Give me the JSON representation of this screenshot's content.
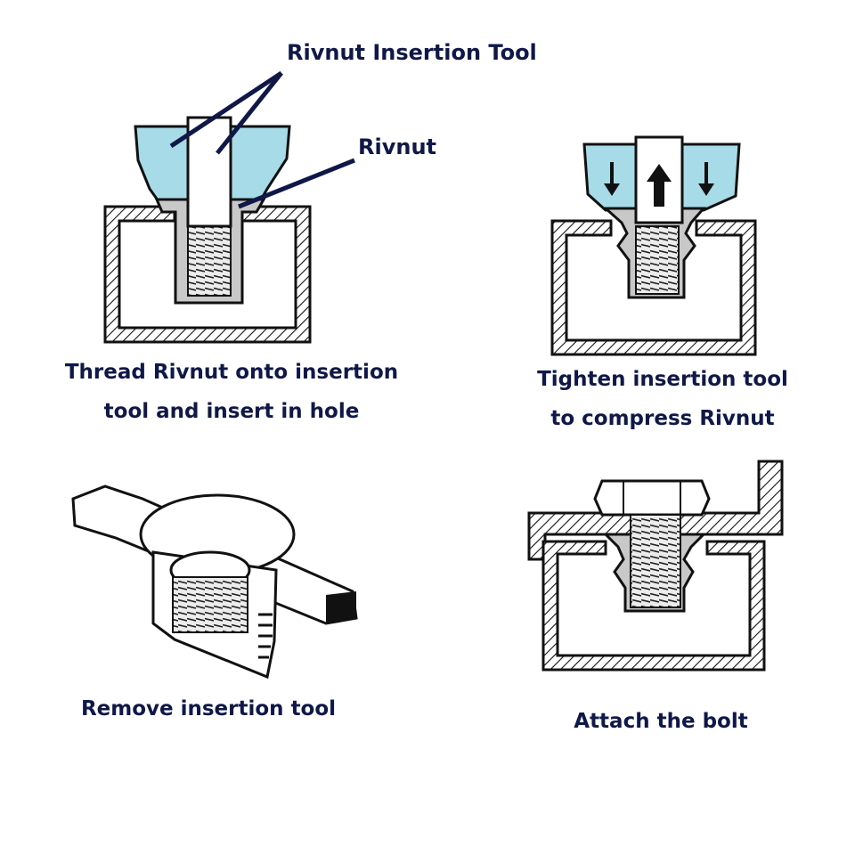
{
  "colors": {
    "ink": "#0f1847",
    "tool_blue": "#a7dbe8",
    "rivnut_gray": "#c8c8c8",
    "line": "#111111"
  },
  "callouts": {
    "tool": "Rivnut Insertion Tool",
    "rivnut": "Rivnut"
  },
  "steps": [
    {
      "line1": "Thread Rivnut onto insertion",
      "line2": "tool and insert in hole"
    },
    {
      "line1": "Tighten insertion tool",
      "line2": "to compress Rivnut"
    },
    {
      "line1": "Remove insertion tool"
    },
    {
      "line1": "Attach the bolt"
    }
  ],
  "icons": [
    "arrow-down-icon",
    "arrow-up-icon",
    "arrow-down-icon"
  ]
}
